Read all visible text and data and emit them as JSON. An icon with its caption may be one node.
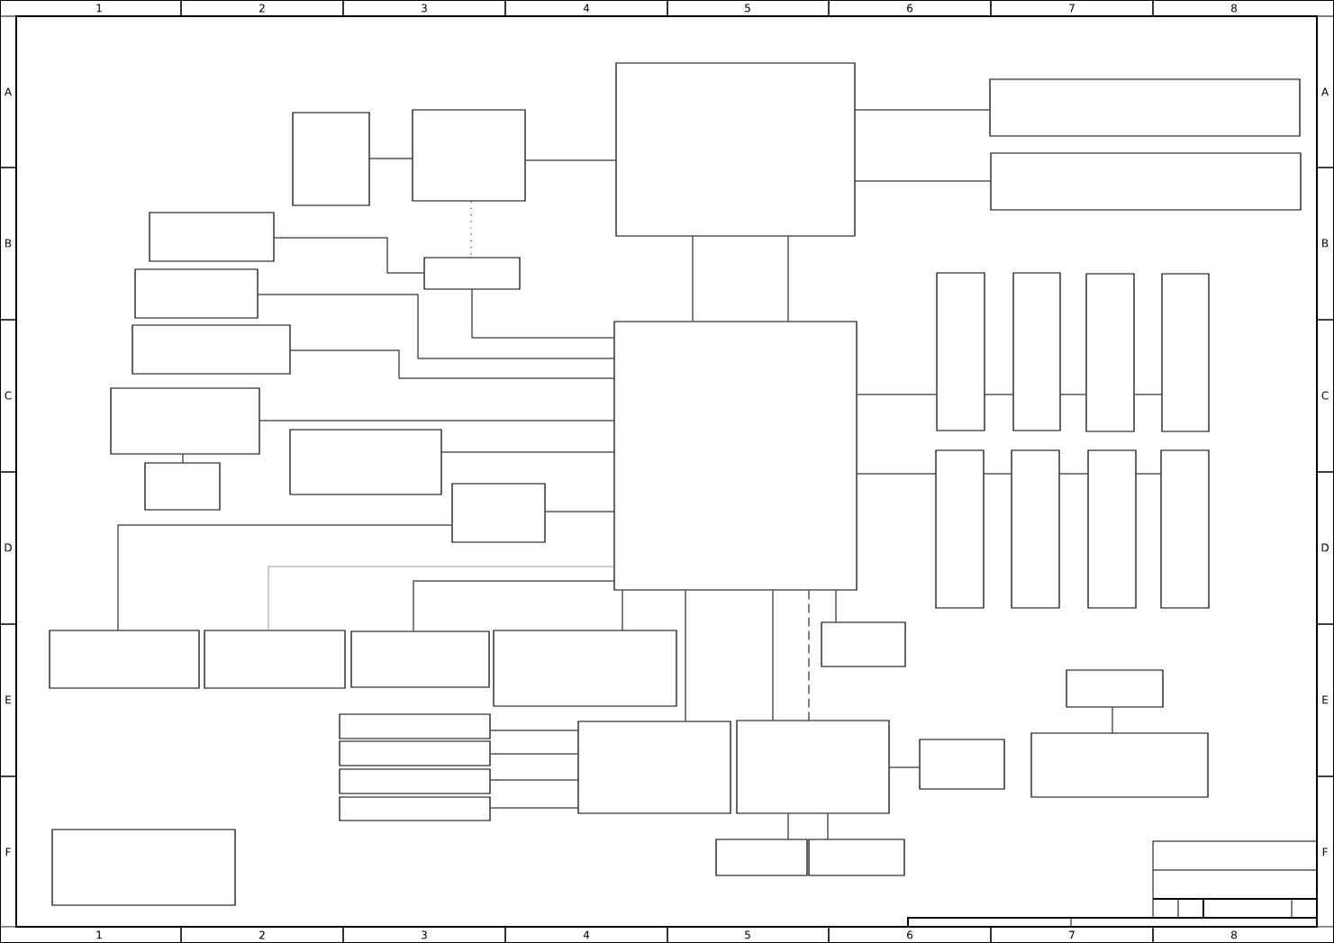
{
  "diagram": {
    "nodes": [
      {
        "text": [],
        "shape": "box"
      },
      {
        "text": [],
        "shape": "box"
      },
      {
        "text": [],
        "shape": "box"
      },
      {
        "text": [],
        "shape": "box"
      },
      {
        "text": [],
        "shape": "box"
      },
      {
        "text": [],
        "shape": "box"
      },
      {
        "text": [],
        "shape": "box"
      },
      {
        "text": [],
        "shape": "box"
      },
      {
        "text": [],
        "shape": "box"
      },
      {
        "text": [],
        "shape": "box"
      },
      {
        "text": [],
        "shape": "box"
      },
      {
        "text": [],
        "shape": "box"
      },
      {
        "text": [],
        "shape": "box"
      },
      {
        "text": [],
        "shape": "box"
      },
      {
        "text": [],
        "shape": "box"
      },
      {
        "text": [],
        "shape": "box"
      },
      {
        "text": [],
        "shape": "box"
      },
      {
        "text": [],
        "shape": "box"
      },
      {
        "text": [],
        "shape": "box"
      },
      {
        "text": [],
        "shape": "box"
      },
      {
        "text": [],
        "shape": "box"
      },
      {
        "text": [],
        "shape": "box"
      },
      {
        "text": [],
        "shape": "box"
      },
      {
        "text": [],
        "shape": "box"
      },
      {
        "text": [],
        "shape": "box"
      },
      {
        "text": [],
        "shape": "box"
      },
      {
        "text": [],
        "shape": "box"
      },
      {
        "text": [],
        "shape": "box"
      },
      {
        "text": [],
        "shape": "box"
      },
      {
        "text": [],
        "shape": "box"
      },
      {
        "text": [],
        "shape": "box"
      },
      {
        "text": [],
        "shape": "box"
      },
      {
        "text": [],
        "shape": "box"
      },
      {
        "text": [],
        "shape": "box"
      },
      {
        "text": [],
        "shape": "box"
      },
      {
        "text": [],
        "shape": "box"
      },
      {
        "text": [],
        "shape": "box"
      },
      {
        "text": [],
        "shape": "box"
      },
      {
        "text": [],
        "shape": "box"
      }
    ],
    "edges": [
      {
        "from": 2,
        "to": 3,
        "arrow": "none"
      },
      {
        "from": 3,
        "to": 0,
        "arrow": "none"
      },
      {
        "from": 3,
        "to": 6,
        "arrow": "none",
        "style": "dashed"
      },
      {
        "from": 0,
        "to": 1,
        "arrow": "none"
      },
      {
        "from": 0,
        "to": 4,
        "arrow": "none"
      },
      {
        "from": 5,
        "to": 6,
        "arrow": "none"
      },
      {
        "from": 0,
        "to": 12,
        "arrow": "none"
      },
      {
        "from": 0,
        "to": 12,
        "arrow": "none"
      },
      {
        "from": 6,
        "to": 12,
        "arrow": "none"
      },
      {
        "from": 7,
        "to": 12,
        "arrow": "none"
      },
      {
        "from": 13,
        "to": 12,
        "arrow": "none"
      },
      {
        "from": 14,
        "to": 12,
        "arrow": "none"
      },
      {
        "from": 14,
        "to": 20,
        "arrow": "none"
      },
      {
        "from": 15,
        "to": 12,
        "arrow": "none"
      },
      {
        "from": 21,
        "to": 12,
        "arrow": "none"
      },
      {
        "from": 21,
        "to": 23,
        "arrow": "none"
      },
      {
        "from": 24,
        "to": 12,
        "arrow": "none",
        "color": "#999999"
      },
      {
        "from": 25,
        "to": 12,
        "arrow": "none"
      },
      {
        "from": 26,
        "to": 12,
        "arrow": "none"
      },
      {
        "from": 12,
        "to": 29,
        "arrow": "none"
      },
      {
        "from": 12,
        "to": 30,
        "arrow": "none"
      },
      {
        "from": 12,
        "to": 30,
        "arrow": "none",
        "style": "dashed"
      },
      {
        "from": 12,
        "to": 22,
        "arrow": "none"
      },
      {
        "from": 12,
        "to": 8,
        "arrow": "none"
      },
      {
        "from": 8,
        "to": 9,
        "arrow": "none"
      },
      {
        "from": 9,
        "to": 10,
        "arrow": "none"
      },
      {
        "from": 10,
        "to": 11,
        "arrow": "none"
      },
      {
        "from": 12,
        "to": 16,
        "arrow": "none"
      },
      {
        "from": 16,
        "to": 17,
        "arrow": "none"
      },
      {
        "from": 17,
        "to": 18,
        "arrow": "none"
      },
      {
        "from": 18,
        "to": 19,
        "arrow": "none"
      },
      {
        "from": 28,
        "to": 29,
        "arrow": "none"
      },
      {
        "from": 31,
        "to": 29,
        "arrow": "none"
      },
      {
        "from": 34,
        "to": 29,
        "arrow": "none"
      },
      {
        "from": 35,
        "to": 29,
        "arrow": "none"
      },
      {
        "from": 30,
        "to": 32,
        "arrow": "none"
      },
      {
        "from": 30,
        "to": 37,
        "arrow": "none"
      },
      {
        "from": 30,
        "to": 38,
        "arrow": "none"
      },
      {
        "from": 27,
        "to": 33,
        "arrow": "none"
      }
    ],
    "labels": [
      "1",
      "2",
      "3",
      "4",
      "5",
      "6",
      "7",
      "8",
      "A",
      "A",
      "B",
      "B",
      "C",
      "C",
      "D",
      "D",
      "E",
      "E",
      "F",
      "F",
      "1",
      "2",
      "3",
      "4",
      "5",
      "6",
      "7",
      "8"
    ]
  }
}
